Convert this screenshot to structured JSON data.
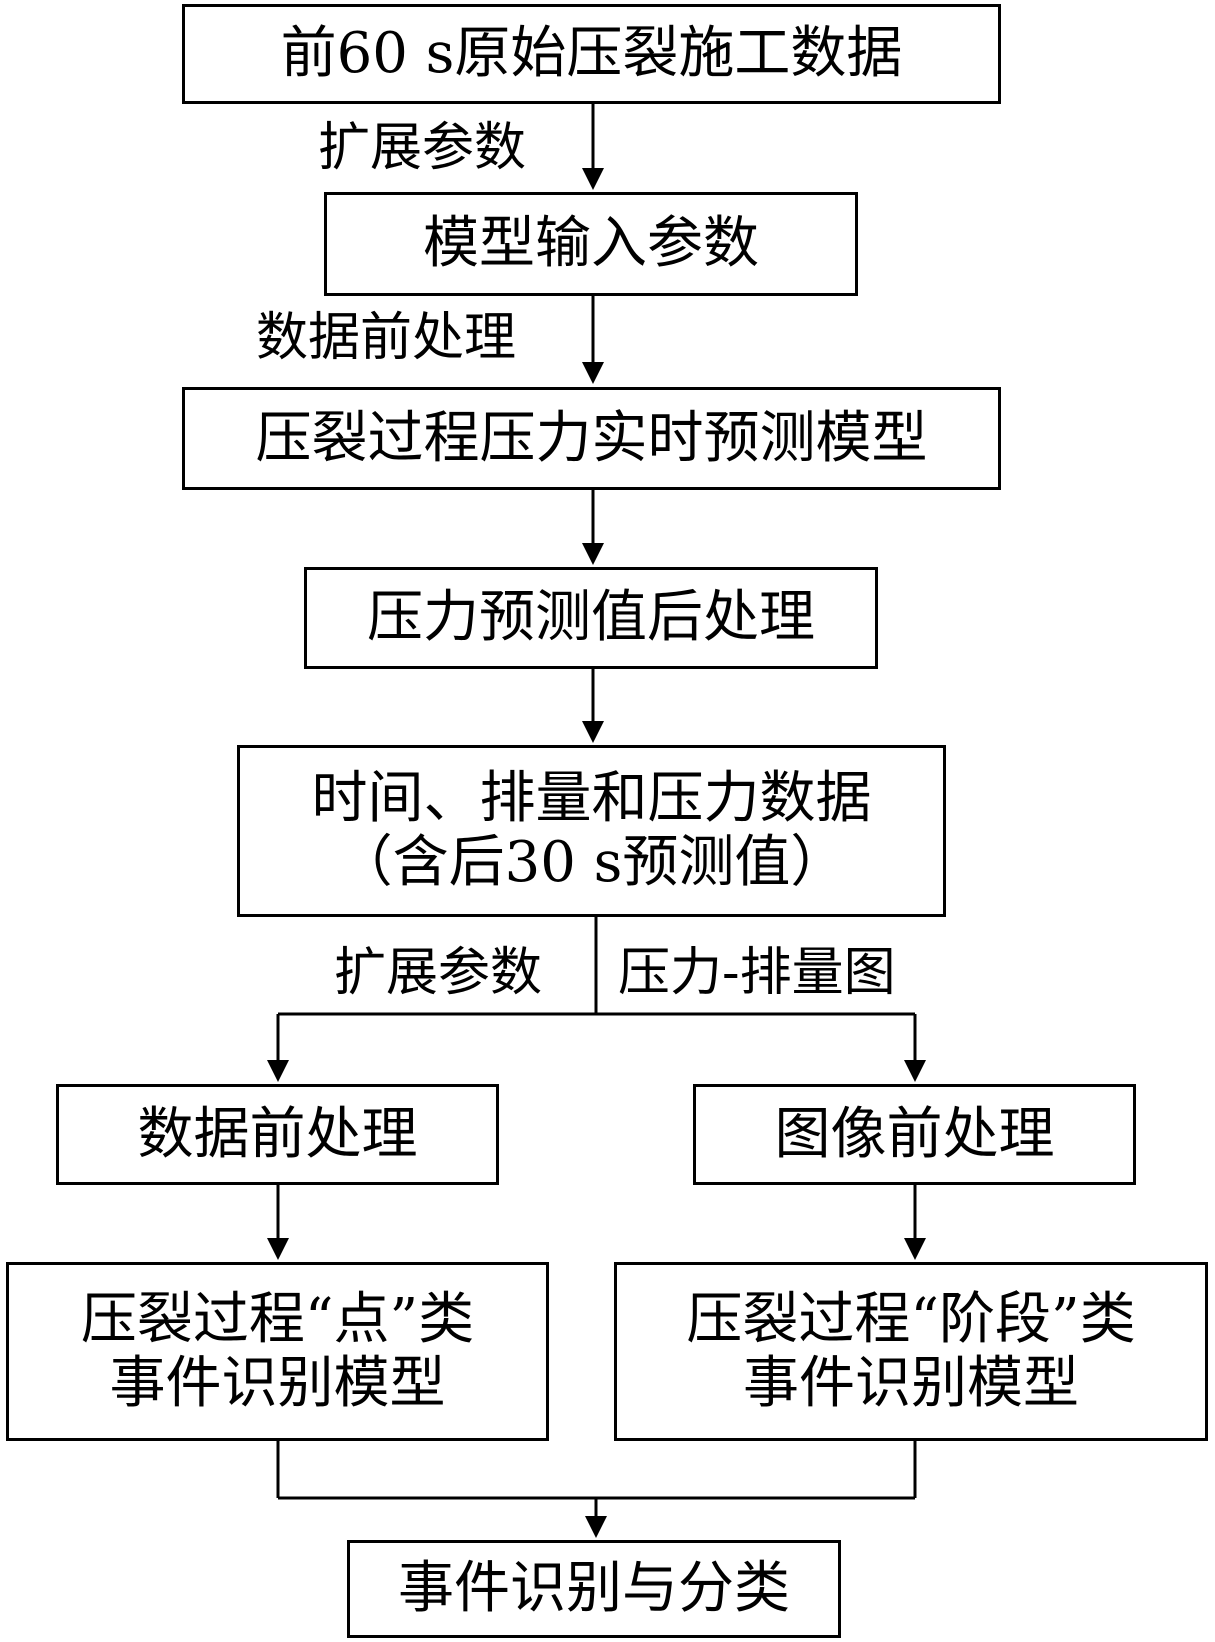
{
  "diagram": {
    "nodes": {
      "raw_data": "前60 s原始压裂施工数据",
      "model_input": "模型输入参数",
      "realtime_model": "压裂过程压力实时预测模型",
      "post_process": "压力预测值后处理",
      "combined_data": {
        "line1": "时间、排量和压力数据",
        "line2": "（含后30 s预测值）"
      },
      "data_pre_left": "数据前处理",
      "image_pre": "图像前处理",
      "point_model": {
        "line1": "压裂过程“点”类",
        "line2": "事件识别模型"
      },
      "stage_model": {
        "line1": "压裂过程“阶段”类",
        "line2": "事件识别模型"
      },
      "result": "事件识别与分类"
    },
    "edge_labels": {
      "expand_params_top": "扩展参数",
      "data_pre_top": "数据前处理",
      "expand_params_bottom": "扩展参数",
      "pressure_rate_chart": "压力-排量图"
    }
  }
}
